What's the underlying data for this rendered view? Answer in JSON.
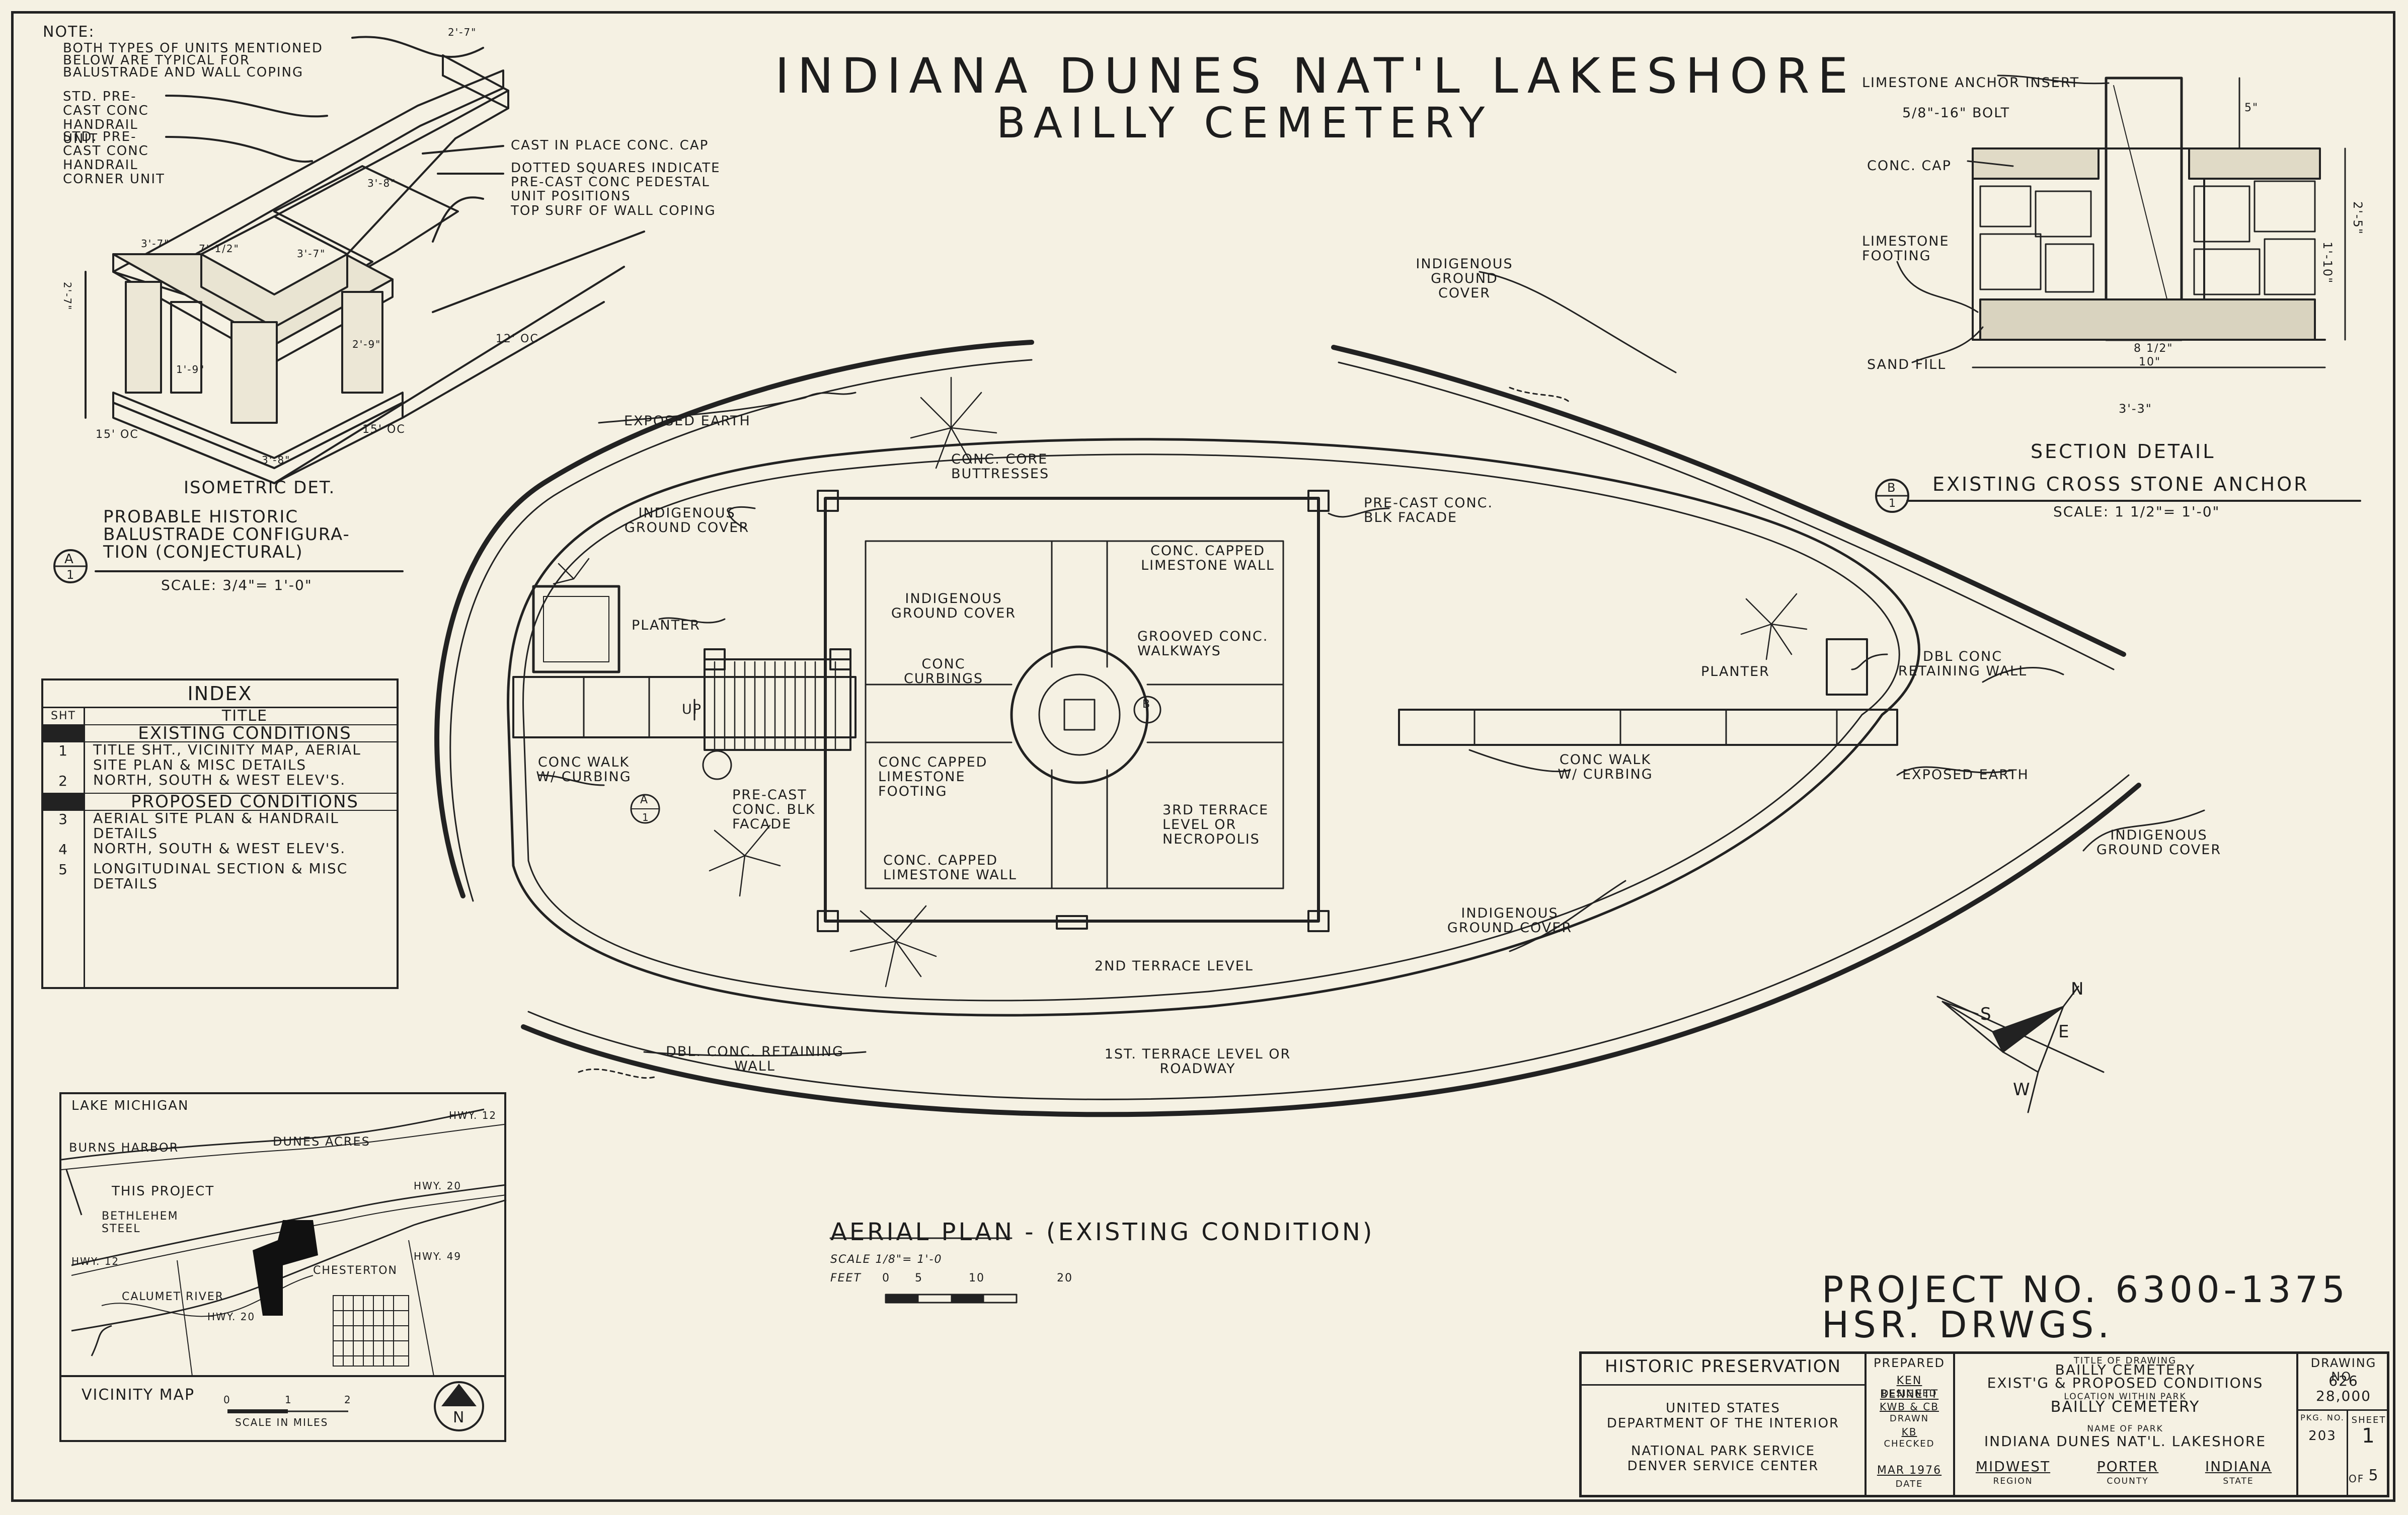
{
  "title": {
    "line1": "INDIANA DUNES NAT'L LAKESHORE",
    "line2": "BAILLY CEMETERY"
  },
  "isometric_detail": {
    "note_label": "NOTE:",
    "notes": [
      "BOTH TYPES OF UNITS MENTIONED",
      "BELOW ARE TYPICAL FOR",
      "BALUSTRADE AND WALL COPING"
    ],
    "callouts": [
      "STD. PRE-CAST CONC HANDRAIL UNIT",
      "STD. PRE-CAST CONC HANDRAIL CORNER UNIT",
      "CAST IN PLACE CONC. CAP",
      "DOTTED SQUARES INDICATE PRE-CAST CONC PEDESTAL UNIT POSITIONS",
      "TOP SURF OF WALL COPING"
    ],
    "dims": [
      "2'-7\"",
      "3'-7\"",
      "7'-1/2\"",
      "1'-9\"",
      "3'-8\"",
      "12' OC",
      "15' OC",
      "15' OC",
      "2'-9\"",
      "3'-8\"",
      "3'-7\"",
      "2'-7\""
    ],
    "caption_lines": [
      "ISOMETRIC DET.",
      "PROBABLE HISTORIC",
      "BALUSTRADE CONFIGURA-",
      "TION (CONJECTURAL)"
    ],
    "scale": "SCALE: 3/4\"= 1'-0\"",
    "marker_letter": "A",
    "marker_num": "1"
  },
  "index": {
    "heading": "INDEX",
    "col_sht": "SHT",
    "col_title": "TITLE",
    "sections": [
      {
        "name": "EXISTING CONDITIONS",
        "rows": [
          {
            "num": "1",
            "text": "TITLE SHT., VICINITY MAP, AERIAL SITE PLAN & MISC DETAILS"
          },
          {
            "num": "2",
            "text": "NORTH, SOUTH & WEST ELEV'S."
          }
        ]
      },
      {
        "name": "PROPOSED CONDITIONS",
        "rows": [
          {
            "num": "3",
            "text": "AERIAL SITE PLAN & HANDRAIL DETAILS"
          },
          {
            "num": "4",
            "text": "NORTH, SOUTH & WEST ELEV'S."
          },
          {
            "num": "5",
            "text": "LONGITUDINAL SECTION & MISC DETAILS"
          }
        ]
      }
    ]
  },
  "vicinity_map": {
    "labels": {
      "lake": "LAKE MICHIGAN",
      "burns": "BURNS HARBOR",
      "dunes": "DUNES ACRES",
      "project": "THIS PROJECT",
      "bethlehem": "BETHLEHEM STEEL",
      "chesterton": "CHESTERTON",
      "calumet": "CALUMET RIVER",
      "hwy12a": "HWY. 12",
      "hwy12b": "HWY. 12",
      "hwy20a": "HWY. 20",
      "hwy20b": "HWY. 20",
      "hwy49": "HWY. 49"
    },
    "title": "VICINITY MAP",
    "scale_ticks": [
      "0",
      "1",
      "2"
    ],
    "scale_label": "SCALE IN MILES",
    "north": "N"
  },
  "plan": {
    "labels": {
      "exposed_earth_top": "EXPOSED EARTH",
      "indig_top": "INDIGENOUS GROUND COVER",
      "conc_core": "CONC. CORE BUTTRESSES",
      "indig_left": "INDIGENOUS GROUND COVER",
      "precast_right": "PRE-CAST CONC. BLK FACADE",
      "conc_capped_wall": "CONC. CAPPED LIMESTONE WALL",
      "indig_inner": "INDIGENOUS GROUND COVER",
      "grooved": "GROOVED CONC. WALKWAYS",
      "curbings": "CONC CURBINGS",
      "planter_left": "PLANTER",
      "planter_right": "PLANTER",
      "dbl_wall_right": "DBL CONC RETAINING WALL",
      "up": "UP",
      "walk_left": "CONC WALK W/ CURBING",
      "precast_left": "PRE-CAST CONC. BLK FACADE",
      "capped_footing": "CONC CAPPED LIMESTONE FOOTING",
      "terrace3": "3RD TERRACE LEVEL OR NECROPOLIS",
      "walk_right": "CONC WALK W/ CURBING",
      "exposed_earth_right": "EXPOSED EARTH",
      "indig_right": "INDIGENOUS GROUND COVER",
      "capped_wall_low": "CONC. CAPPED LIMESTONE WALL",
      "indig_low": "INDIGENOUS GROUND COVER",
      "terrace2": "2ND TERRACE LEVEL",
      "dbl_wall_bottom": "DBL. CONC. RETAINING WALL",
      "terrace1": "1ST. TERRACE LEVEL OR ROADWAY",
      "marker_a": "A",
      "marker_b": "B",
      "marker_1": "1"
    },
    "compass": [
      "N",
      "E",
      "S",
      "W"
    ],
    "caption": "AERIAL PLAN - (EXISTING CONDITION)",
    "scale": "SCALE 1/8\"= 1'-0",
    "feet_label": "FEET",
    "feet_ticks": [
      "0",
      "5",
      "10",
      "20"
    ]
  },
  "section_detail": {
    "callouts": [
      "LIMESTONE ANCHOR INSERT",
      "5/8\"-16\" BOLT",
      "CONC. CAP",
      "LIMESTONE FOOTING",
      "SAND FILL"
    ],
    "dims": [
      "5\"",
      "2'-5\"",
      "1'-10\"",
      "8 1/2\"",
      "10\"",
      "3'-3\""
    ],
    "caption1": "SECTION DETAIL",
    "caption2": "EXISTING CROSS STONE ANCHOR",
    "scale": "SCALE: 1 1/2\"= 1'-0\"",
    "marker_letter": "B",
    "marker_num": "1"
  },
  "project": {
    "line1": "PROJECT NO. 6300-1375",
    "line2": "HSR. DRWGS."
  },
  "title_block": {
    "org_title": "HISTORIC PRESERVATION",
    "org_lines": [
      "UNITED STATES",
      "DEPARTMENT OF THE INTERIOR",
      "",
      "NATIONAL PARK SERVICE",
      "DENVER SERVICE CENTER"
    ],
    "prepared_label": "PREPARED",
    "prepared_value": "KEN BENNETT",
    "designed_label": "DESIGNED",
    "designed_value": "KWB & CB",
    "drawn_label": "DRAWN",
    "drawn_value": "KB",
    "checked_label": "CHECKED",
    "date_value": "MAR 1976",
    "date_label": "DATE",
    "title_label": "TITLE OF DRAWING",
    "title_value1": "BAILLY CEMETERY",
    "title_value2": "EXIST'G & PROPOSED CONDITIONS",
    "location_label": "LOCATION WITHIN PARK",
    "location_value": "BAILLY CEMETERY",
    "park_label": "NAME OF PARK",
    "park_value": "INDIANA DUNES NAT'L. LAKESHORE",
    "region_value": "MIDWEST",
    "region_label": "REGION",
    "county_value": "PORTER",
    "county_label": "COUNTY",
    "state_value": "INDIANA",
    "state_label": "STATE",
    "drawing_no_label": "DRAWING NO.",
    "drawing_no_1": "626",
    "drawing_no_2": "28,000",
    "pkg_label": "PKG. NO.",
    "pkg_value": "203",
    "sheet_label": "SHEET",
    "sheet_value": "1",
    "of_label": "OF",
    "of_value": "5"
  }
}
